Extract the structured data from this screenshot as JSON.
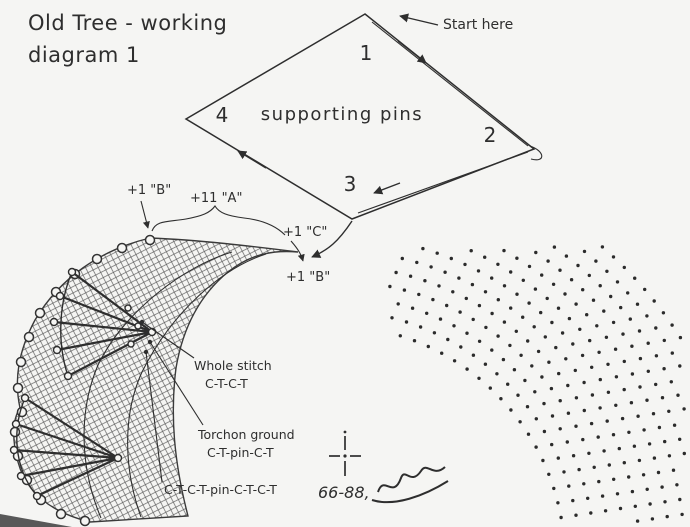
{
  "title": {
    "line1": "Old Tree - working",
    "line2": "diagram 1"
  },
  "diamond": {
    "label": "supporting pins",
    "start_here": "Start here",
    "corners": {
      "n1": "1",
      "n2": "2",
      "n3": "3",
      "n4": "4"
    }
  },
  "annotations": {
    "b_top": "+1 \"B\"",
    "a_count": "+11 \"A\"",
    "c": "+1 \"C\"",
    "b_bottom": "+1 \"B\""
  },
  "stitch_labels": {
    "whole_name": "Whole stitch",
    "whole_code": "C-T-C-T",
    "torchon_name": "Torchon ground",
    "torchon_code": "C-T-pin-C-T",
    "footside_code": "C-T-C-T-pin-C-T-C-T"
  },
  "signature": "66-88,",
  "colors": {
    "ink": "#2e2e2e",
    "paper": "#f5f5f3"
  }
}
